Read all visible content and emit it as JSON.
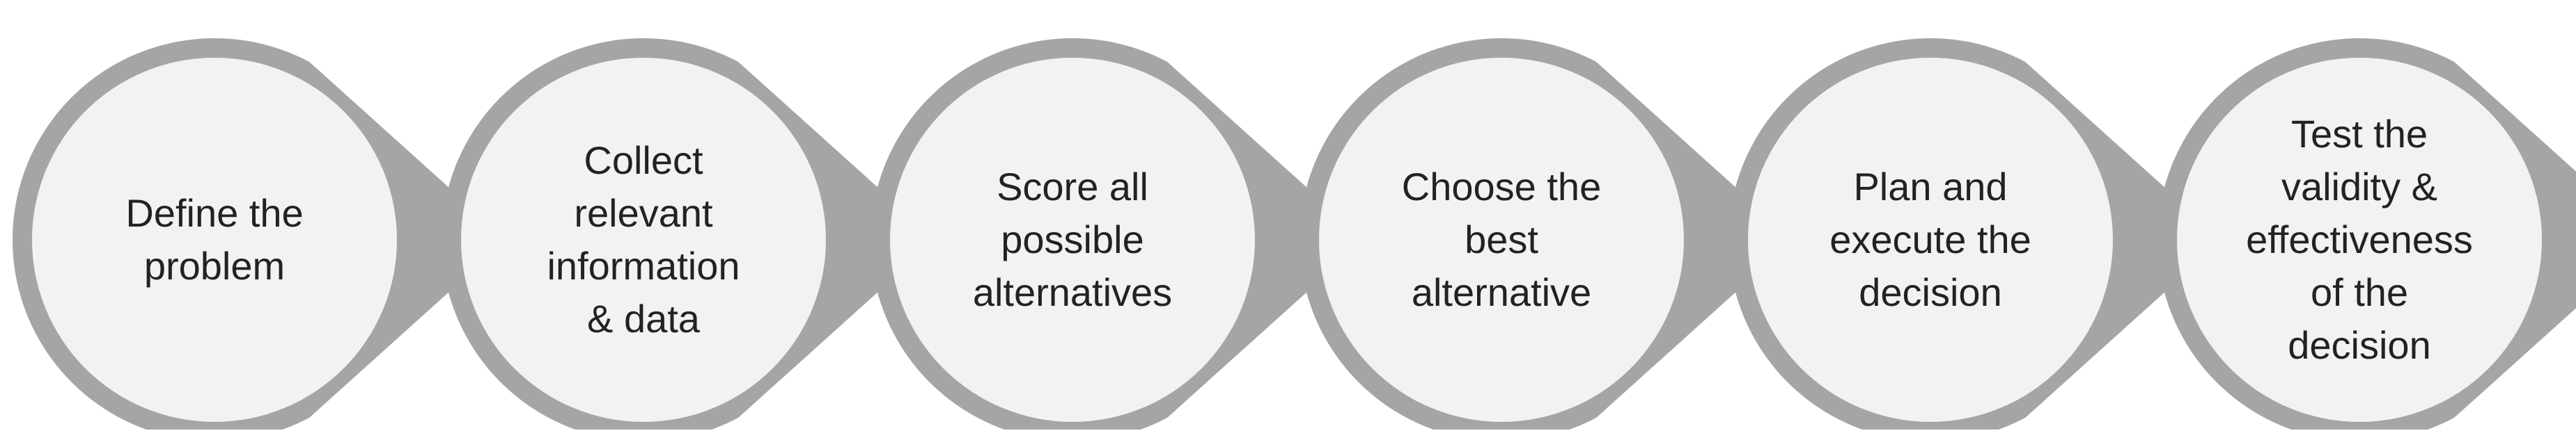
{
  "diagram": {
    "colors": {
      "ring": "#a5a5a5",
      "fill": "#f2f2f2",
      "pointer": "#a5a5a5",
      "text": "#222222",
      "background": "#ffffff"
    },
    "steps": [
      {
        "lines": [
          "Define the",
          "problem"
        ]
      },
      {
        "lines": [
          "Collect",
          "relevant",
          "information",
          "& data"
        ]
      },
      {
        "lines": [
          "Score all",
          "possible",
          "alternatives"
        ]
      },
      {
        "lines": [
          "Choose the",
          "best",
          "alternative"
        ]
      },
      {
        "lines": [
          "Plan and",
          "execute the",
          "decision"
        ]
      },
      {
        "lines": [
          "Test the",
          "validity &",
          "effectiveness",
          "of the",
          "decision"
        ]
      }
    ]
  }
}
